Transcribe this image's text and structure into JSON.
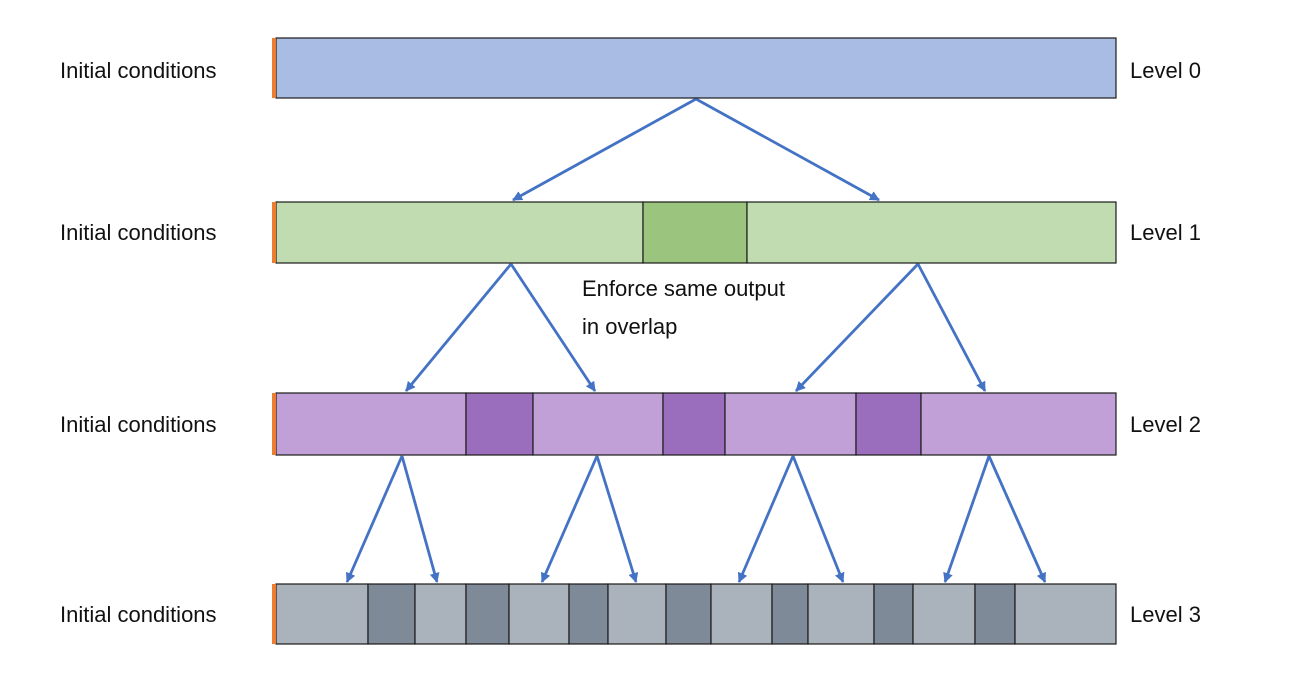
{
  "levels": [
    {
      "left_label": "Initial conditions",
      "right_label": "Level 0"
    },
    {
      "left_label": "Initial conditions",
      "right_label": "Level 1"
    },
    {
      "left_label": "Initial conditions",
      "right_label": "Level 2"
    },
    {
      "left_label": "Initial conditions",
      "right_label": "Level 3"
    }
  ],
  "annotation": {
    "line1": "Enforce same output",
    "line2": "in overlap"
  },
  "colors": {
    "level0": "#a9bde4",
    "level1": "#c1dcb0",
    "level1_overlap": "#9bc47f",
    "level2": "#c0a0d6",
    "level2_overlap": "#9b6dbd",
    "level3": "#aab2bc",
    "level3_overlap": "#7e8a98",
    "border": "#1a1a1a",
    "arrow": "#4472c4",
    "initial_marker": "#ed7d31"
  }
}
